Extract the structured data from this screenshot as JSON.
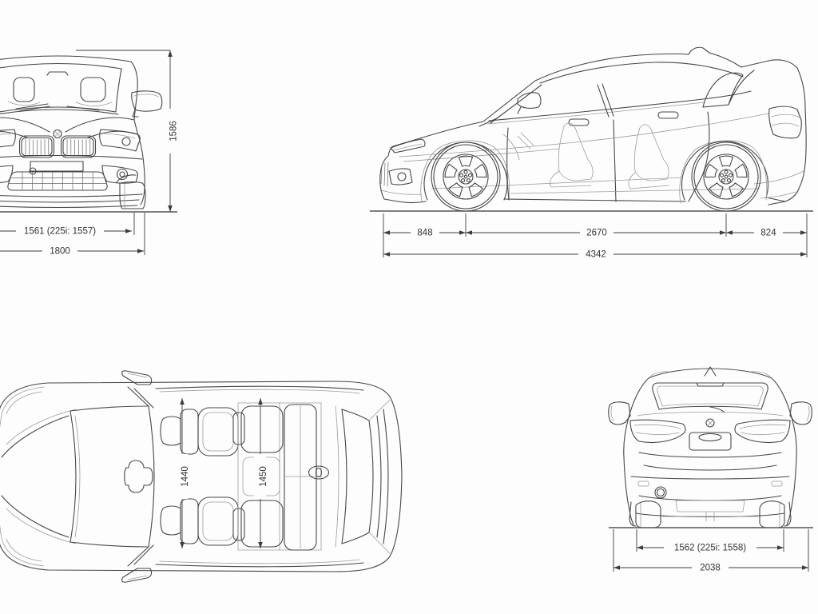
{
  "views": {
    "front": {
      "dims": {
        "height": "1586",
        "track": "1561 (225i: 1557)",
        "width": "1800"
      }
    },
    "side": {
      "dims": {
        "front_overhang": "848",
        "wheelbase": "2670",
        "rear_overhang": "824",
        "length": "4342"
      }
    },
    "top": {
      "dims": {
        "front_row_width": "1440",
        "rear_row_width": "1450"
      }
    },
    "rear": {
      "dims": {
        "track": "1562 (225i: 1558)",
        "width_incl_mirrors": "2038"
      }
    }
  },
  "icons": {
    "front_badge": "bmw-roundel",
    "rear_badge": "bmw-roundel",
    "roof_antenna": "antenna-fin"
  },
  "colors": {
    "line": "#474747",
    "light_line": "#9c9c9c",
    "dimension": "#3d3d3d",
    "background": "#fdfdfd"
  }
}
